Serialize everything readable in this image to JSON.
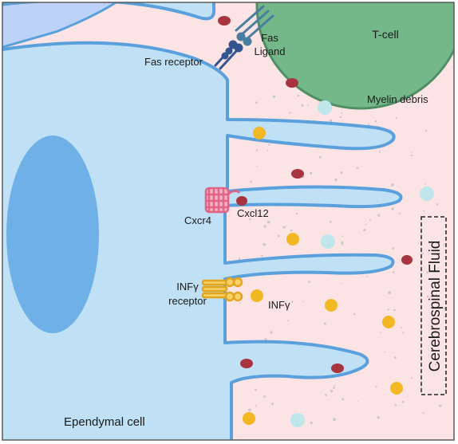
{
  "labels": {
    "tcell": "T-cell",
    "fas_ligand_line1": "Fas",
    "fas_ligand_line2": "Ligand",
    "fas_receptor": "Fas receptor",
    "myelin_debris": "Myelin debris",
    "cxcr4": "Cxcr4",
    "cxcl12": "Cxcl12",
    "infg_receptor_line1": "INFγ",
    "infg_receptor_line2": "receptor",
    "infg": "INFγ",
    "csf": "Cerebrospinal Fluid",
    "ependymal": "Ependymal cell"
  },
  "colors": {
    "csf_background": "#fde4e4",
    "cell_fill": "#bfe0f5",
    "cell_outline": "#5aa0dc",
    "nucleus": "#6fb0e6",
    "tcell": "#74b88a",
    "tcell_outline": "#4e8f64",
    "red_particle": "#a7343f",
    "yellow_particle": "#f2b824",
    "teal_particle": "#bfe6ea",
    "debris_dots": "#c9c9c9",
    "fas_receptor": "#32558f",
    "fas_ligand": "#4a7ea0",
    "cxcr4": "#e36385",
    "infg_receptor": "#f2b824"
  }
}
